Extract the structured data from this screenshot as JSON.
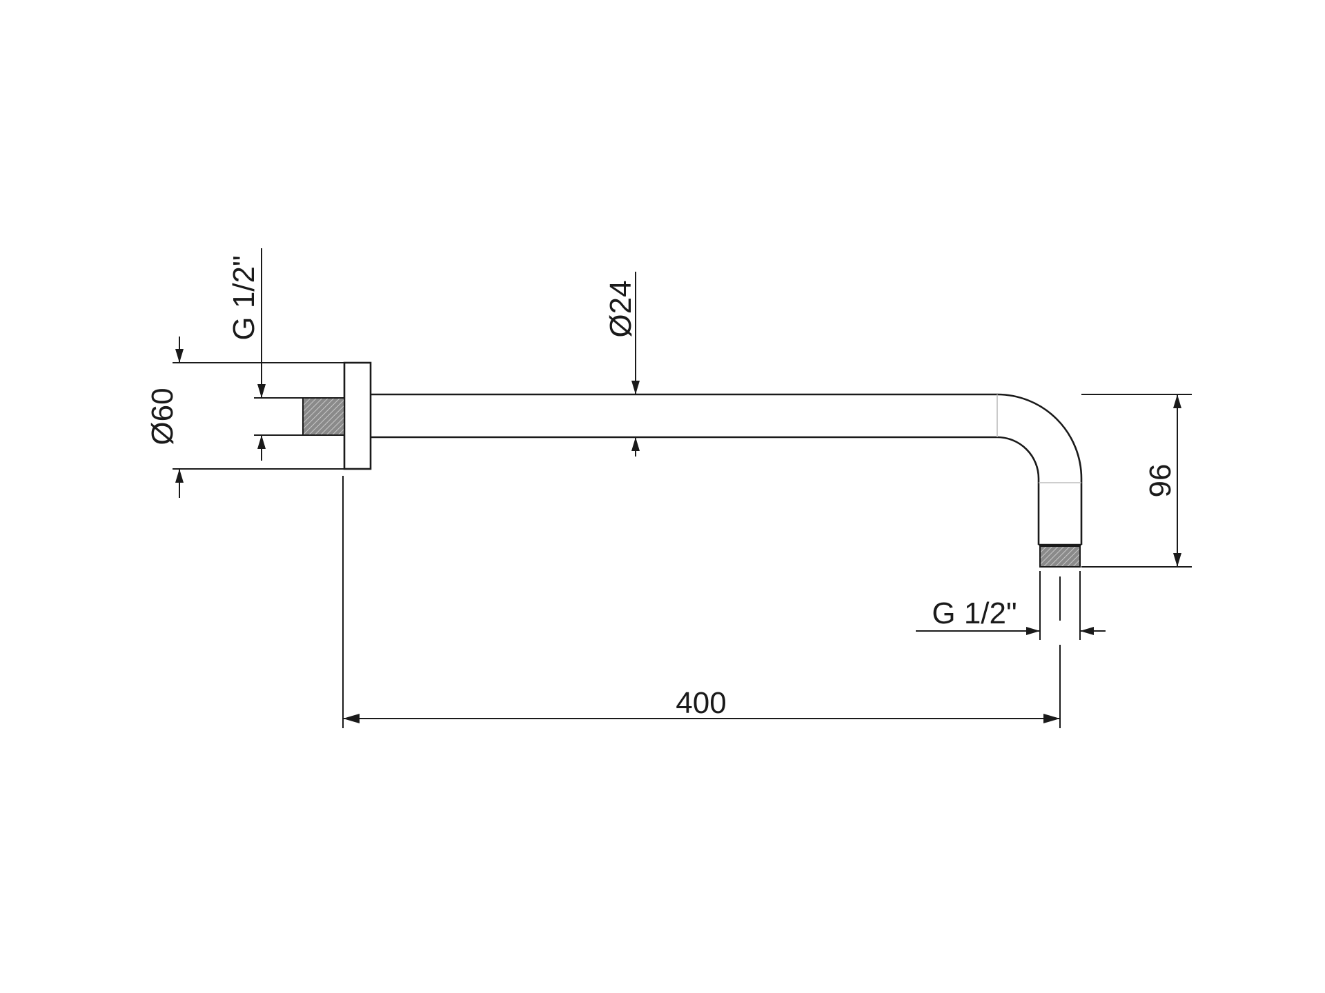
{
  "drawing": {
    "labels": {
      "flange_diameter": "Ø60",
      "inlet_thread": "G 1/2\"",
      "arm_diameter": "Ø24",
      "drop_height": "96",
      "outlet_thread": "G 1/2\"",
      "projection": "400"
    },
    "colors": {
      "ink": "#1a1a1a",
      "thread": "#8a8a8a",
      "thread_hatch": "#c8c8c8"
    }
  }
}
